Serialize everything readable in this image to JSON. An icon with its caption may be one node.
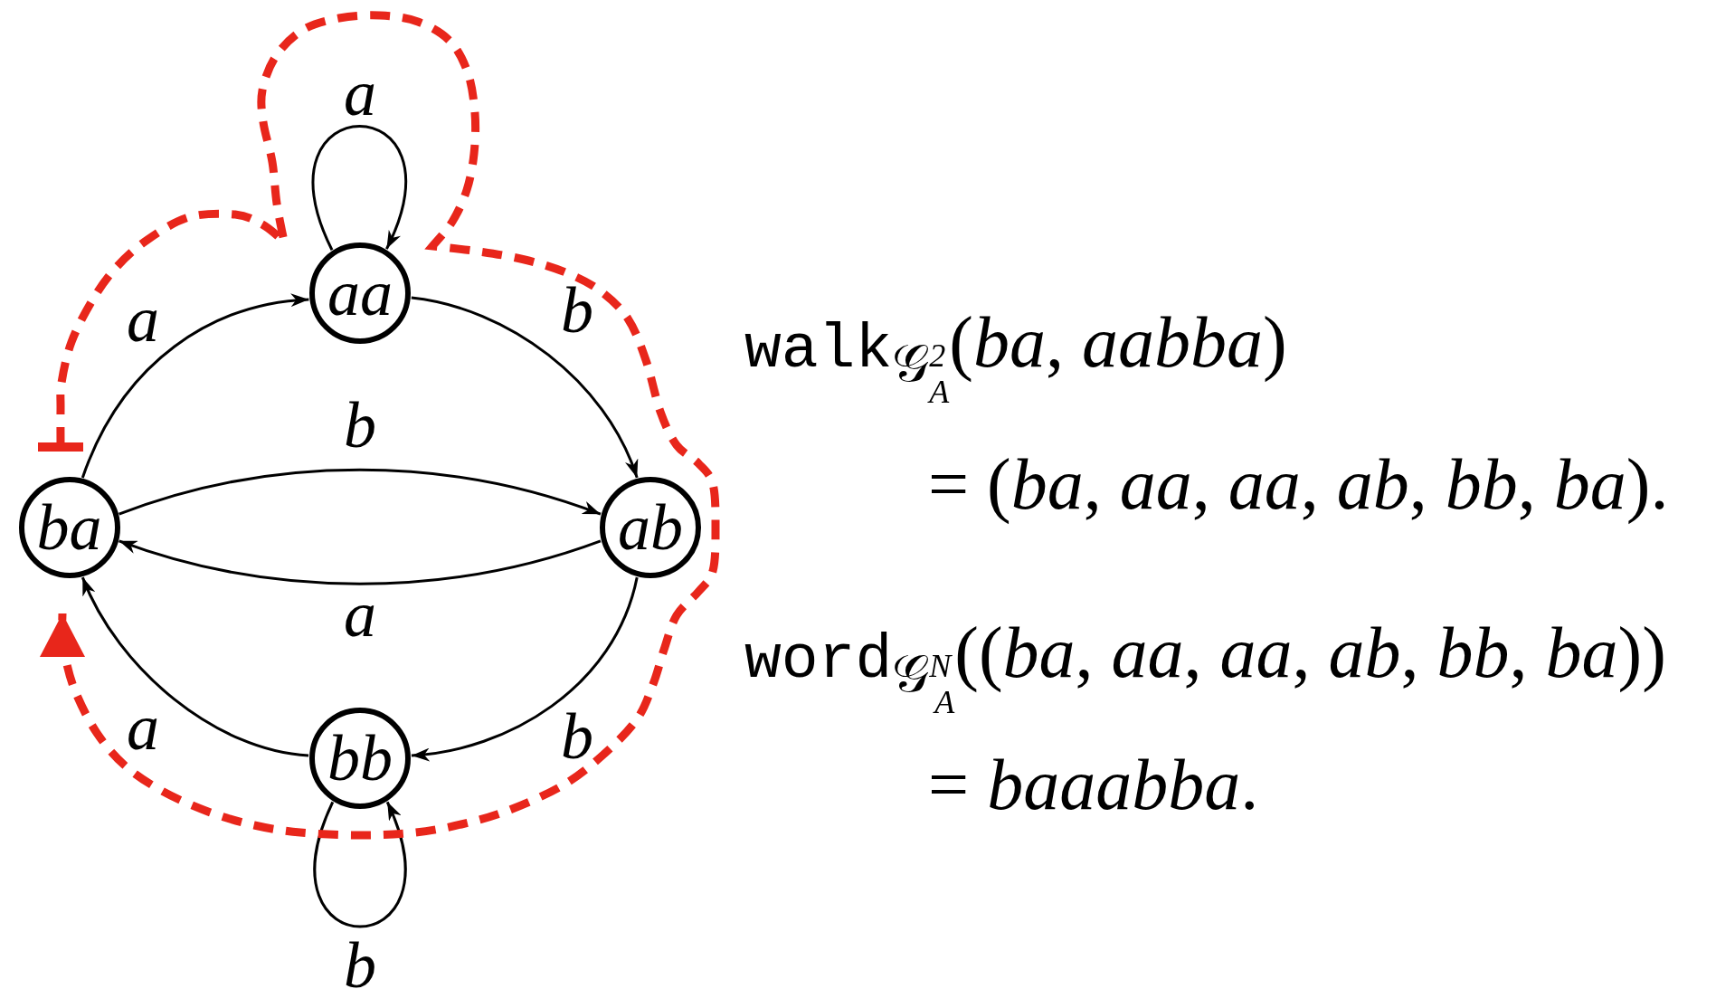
{
  "diagram": {
    "nodes": [
      {
        "text": [
          "aa"
        ]
      },
      {
        "text": [
          "ba"
        ]
      },
      {
        "text": [
          "ab"
        ]
      },
      {
        "text": [
          "bb"
        ]
      }
    ],
    "edges": [
      {
        "from": 0,
        "to": 0,
        "arrow": "to",
        "label": "a"
      },
      {
        "from": 1,
        "to": 0,
        "arrow": "to",
        "label": "a"
      },
      {
        "from": 0,
        "to": 2,
        "arrow": "to",
        "label": "b"
      },
      {
        "from": 1,
        "to": 2,
        "arrow": "to",
        "label": "b"
      },
      {
        "from": 2,
        "to": 1,
        "arrow": "to",
        "label": "a"
      },
      {
        "from": 3,
        "to": 1,
        "arrow": "to",
        "label": "a"
      },
      {
        "from": 2,
        "to": 3,
        "arrow": "to",
        "label": "b"
      },
      {
        "from": 3,
        "to": 3,
        "arrow": "to",
        "label": "b"
      },
      {
        "from": 1,
        "to": 1,
        "arrow": "to",
        "style": "dashed",
        "color": "#e8261b"
      }
    ],
    "labels": [
      "walk$_{𝒢}$$^{2}$$_{A}$(*ba*, *aabba*)",
      "= (*ba*, *aa*, *aa*, *ab*, *bb*, *ba*).",
      "word$_{𝒢}$$^{N}$$_{A}$((*ba*, *aa*, *aa*, *ab*, *bb*, *ba*))",
      "= *baaabba*."
    ]
  }
}
